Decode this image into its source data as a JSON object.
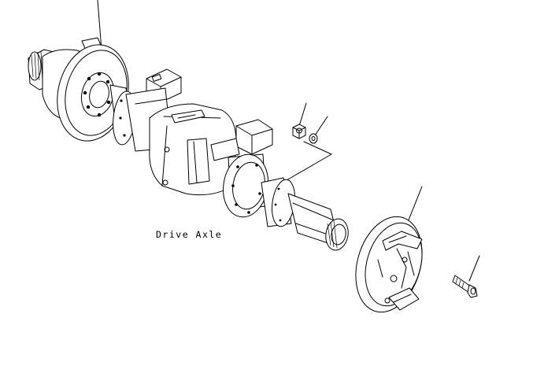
{
  "diagram": {
    "label": "Drive Axle",
    "colors": {
      "line": "#000000",
      "background": "#ffffff"
    },
    "parts": [
      "left-hub-assembly",
      "axle-housing",
      "right-axle-shaft",
      "nut",
      "washer",
      "brake-assembly",
      "bolt"
    ],
    "leader_lines": 5
  }
}
